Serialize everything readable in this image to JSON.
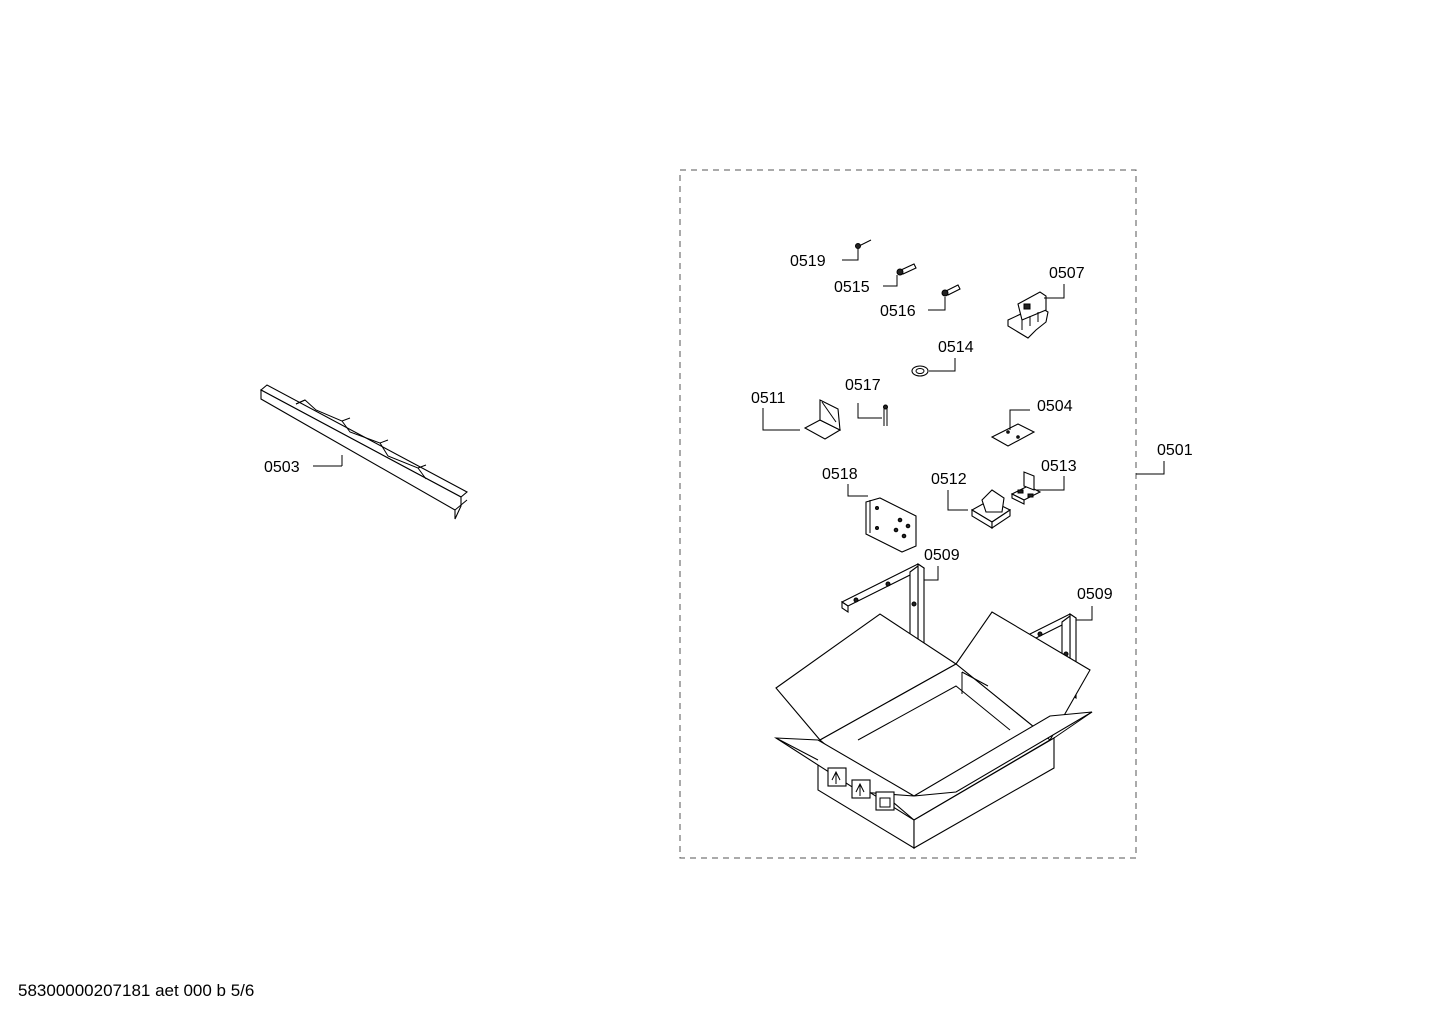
{
  "labels": {
    "p0503": "0503",
    "p0501": "0501",
    "p0519": "0519",
    "p0515": "0515",
    "p0516": "0516",
    "p0507": "0507",
    "p0514": "0514",
    "p0517": "0517",
    "p0511": "0511",
    "p0504": "0504",
    "p0518": "0518",
    "p0512": "0512",
    "p0513": "0513",
    "p0509a": "0509",
    "p0509b": "0509"
  },
  "footer": {
    "document_id": "58300000207181 aet 000 b 5/6"
  }
}
